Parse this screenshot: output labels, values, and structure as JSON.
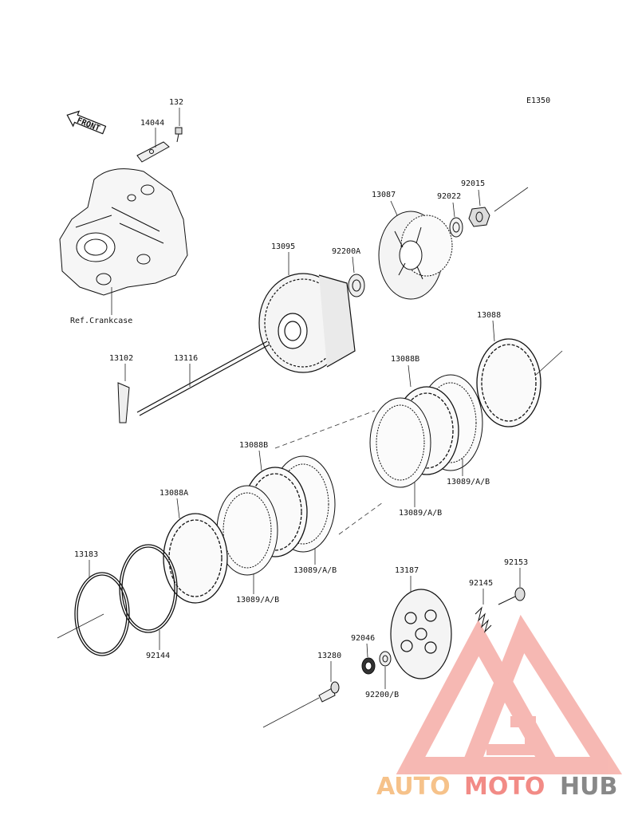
{
  "diagram_code": "E1350",
  "front_label": "FRONT",
  "ref_label": "Ref.Crankcase",
  "parts": {
    "p132": "132",
    "p14044": "14044",
    "p13087": "13087",
    "p92022": "92022",
    "p92015": "92015",
    "p13095": "13095",
    "p92200A": "92200A",
    "p13088": "13088",
    "p13102": "13102",
    "p13116": "13116",
    "p13088B_r": "13088B",
    "p13089_r1": "13089/A/B",
    "p13089_r2": "13089/A/B",
    "p13088B_l": "13088B",
    "p13088A": "13088A",
    "p13089_l1": "13089/A/B",
    "p13089_l2": "13089/A/B",
    "p13183": "13183",
    "p92144": "92144",
    "p13187": "13187",
    "p92153": "92153",
    "p92145": "92145",
    "p92046": "92046",
    "p13280": "13280",
    "p92200B": "92200/B"
  },
  "watermark": {
    "auto": "AUTO",
    "moto": "MOTO",
    "hub": "HUB",
    "colors": {
      "auto": "#f6c28a",
      "moto": "#f28b86",
      "hub": "#888888",
      "logo": "#f4a19a"
    }
  }
}
